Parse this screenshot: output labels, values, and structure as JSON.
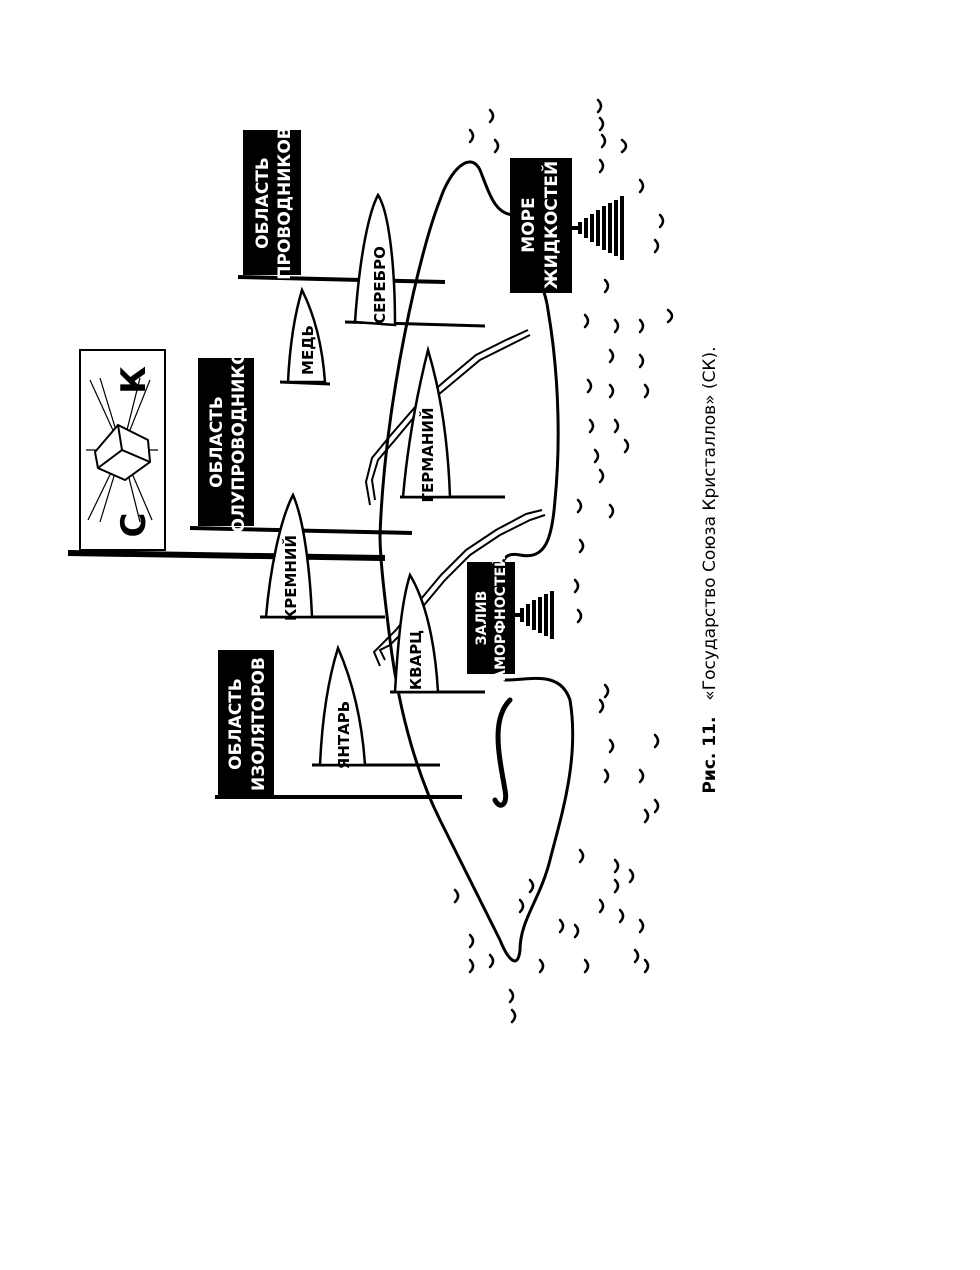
{
  "regions": {
    "conductors": [
      "ОБЛАСТЬ",
      "ПРОВОДНИКОВ"
    ],
    "semiconductors": [
      "ОБЛАСТЬ",
      "ПОЛУПРОВОДНИКОВ"
    ],
    "insulators": [
      "ОБЛАСТЬ",
      "ИЗОЛЯТОРОВ"
    ]
  },
  "mountains": {
    "silver": "СЕРЕБРО",
    "copper": "МЕДЬ",
    "germanium": "ГЕРМАНИЙ",
    "silicon": "КРЕМНИЙ",
    "quartz": "КВАРЦ",
    "amber": "ЯНТАРЬ"
  },
  "waters": {
    "sea": [
      "МОРЕ",
      "ЖИДКОСТЕЙ"
    ],
    "gulf": [
      "ЗАЛИВ",
      "АМОРФНОСТЕЙ"
    ]
  },
  "emblem": {
    "left_letter": "С",
    "right_letter": "К"
  },
  "caption": {
    "prefix": "Рис. 11.",
    "title": "«Государство Союза Кристаллов» (СК)."
  },
  "colors": {
    "ink": "#000000",
    "paper": "#ffffff"
  }
}
